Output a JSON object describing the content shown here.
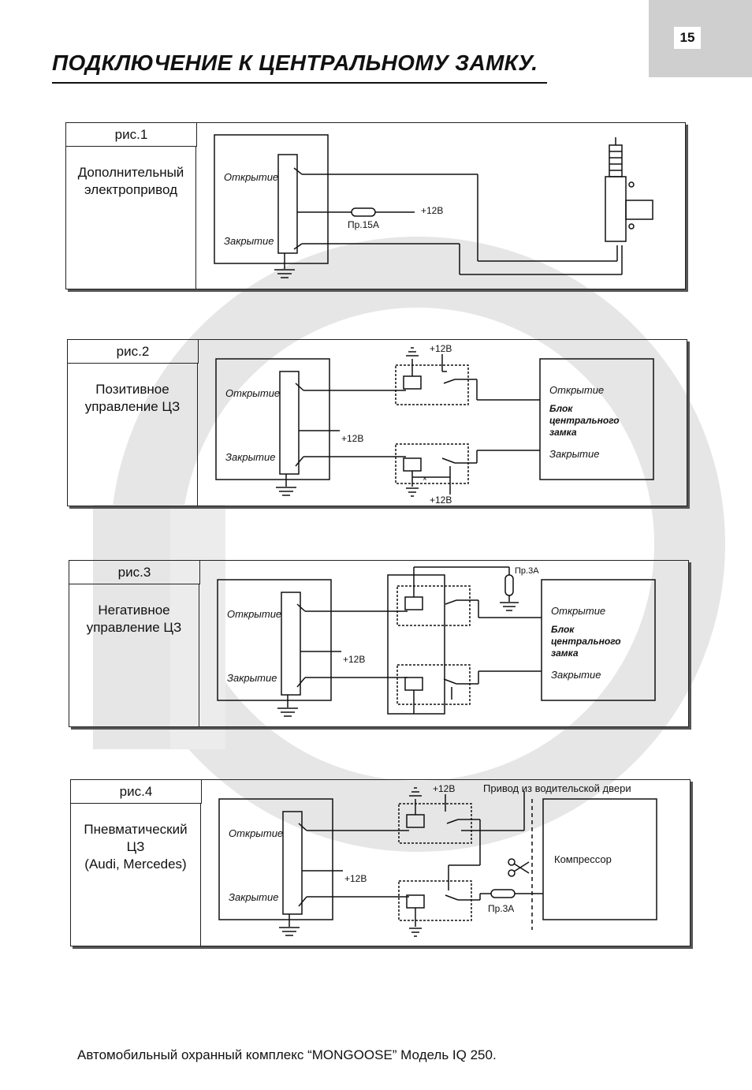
{
  "page": {
    "number": "15",
    "title": "ПОДКЛЮЧЕНИЕ К ЦЕНТРАЛЬНОМУ ЗАМКУ."
  },
  "labels": {
    "open": "Открытие",
    "close": "Закрытие",
    "plus12": "+12В",
    "fuse15": "Пр.15А",
    "fuse3": "Пр.3А",
    "block1": "Блок",
    "block2": "центрального",
    "block3": "замка",
    "driver_door": "Привод из водительской двери",
    "compressor": "Компрессор"
  },
  "figures": [
    {
      "label": "рис.1",
      "desc": [
        "Дополнительный",
        "электропривод"
      ]
    },
    {
      "label": "рис.2",
      "desc": [
        "Позитивное",
        "управление ЦЗ"
      ]
    },
    {
      "label": "рис.3",
      "desc": [
        "Негативное",
        "управление ЦЗ"
      ]
    },
    {
      "label": "рис.4",
      "desc": [
        "Пневматический",
        "ЦЗ",
        "(Audi, Mercedes)"
      ]
    }
  ],
  "footer": "Автомобильный охранный комплекс “MONGOOSE” Модель IQ 250."
}
